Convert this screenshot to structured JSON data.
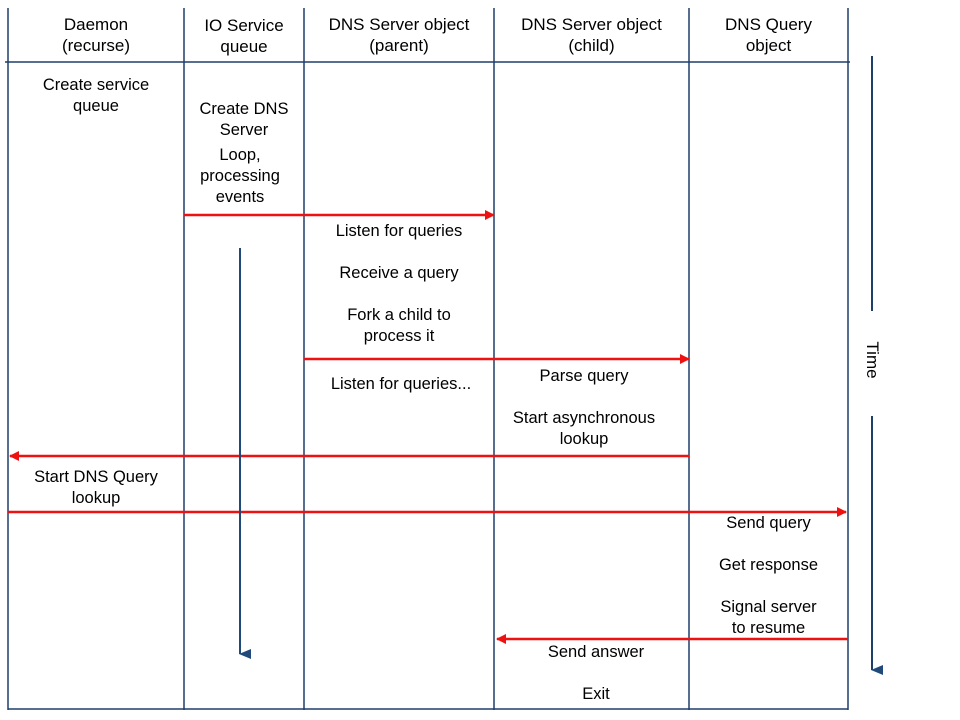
{
  "headers": [
    {
      "line1": "Daemon",
      "line2": "(recurse)"
    },
    {
      "line1": "IO Service",
      "line2": "queue"
    },
    {
      "line1": "DNS Server object",
      "line2": "(parent)"
    },
    {
      "line1": "DNS Server object",
      "line2": "(child)"
    },
    {
      "line1": "DNS Query",
      "line2": "object"
    }
  ],
  "steps": {
    "daemon_create_queue": [
      "Create service",
      "queue"
    ],
    "io_create_server": [
      "Create DNS",
      "Server"
    ],
    "io_loop": [
      "Loop,",
      "processing",
      "events"
    ],
    "parent_listen": "Listen for queries",
    "parent_receive": "Receive a query",
    "parent_fork": [
      "Fork a child to",
      "process it"
    ],
    "parent_listen_again": "Listen for queries...",
    "child_parse": "Parse query",
    "child_start_lookup": [
      "Start asynchronous",
      "lookup"
    ],
    "daemon_start_query": [
      "Start DNS Query",
      "lookup"
    ],
    "query_send": "Send query",
    "query_get_response": "Get response",
    "query_signal": [
      "Signal server",
      "to resume"
    ],
    "child_send_answer": "Send answer",
    "child_exit": "Exit"
  },
  "time_label": "Time",
  "colors": {
    "lifeline": "#1f3f6b",
    "message_arrow": "#ee1111",
    "io_loop_arrow": "#1f4a7a",
    "time_arrow": "#1f3f6b"
  }
}
